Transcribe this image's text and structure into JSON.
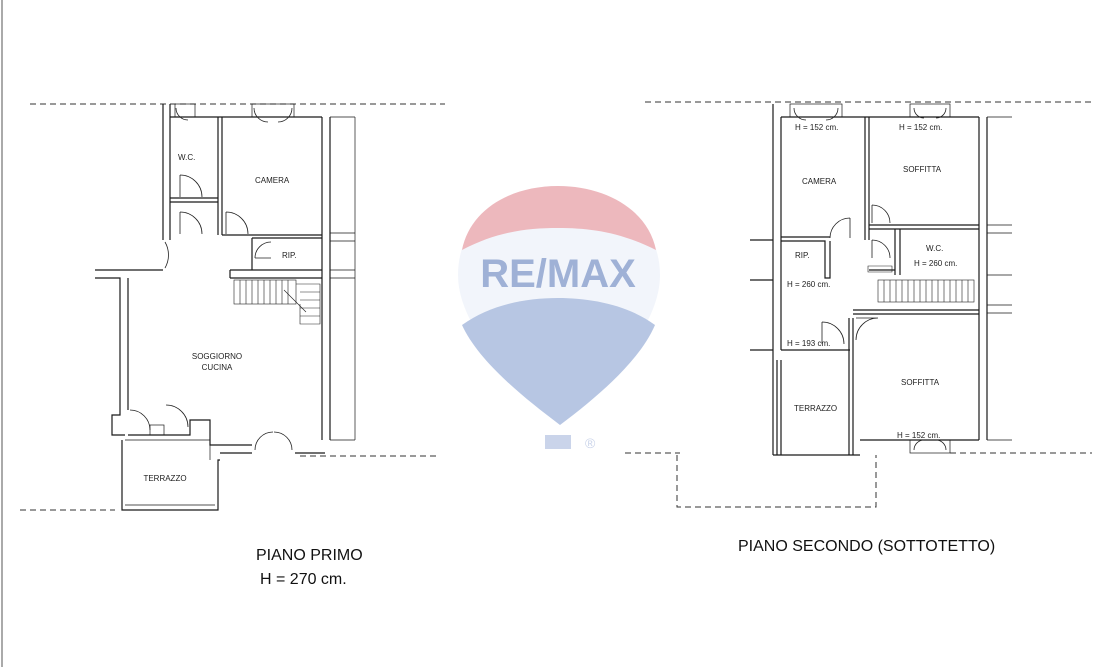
{
  "watermark": {
    "brand": "RE/MAX",
    "registered": "®",
    "colors": {
      "red": "#e8a1a8",
      "blue": "#9fb3da",
      "text": "#7f97c9"
    },
    "icon": "balloon-logo-icon"
  },
  "floor1": {
    "title": "PIANO PRIMO",
    "height": "H = 270 cm.",
    "rooms": {
      "wc": "W.C.",
      "camera": "CAMERA",
      "rip": "RIP.",
      "soggiorno_line1": "SOGGIORNO",
      "soggiorno_line2": "CUCINA",
      "terrazzo": "TERRAZZO"
    }
  },
  "floor2": {
    "title": "PIANO SECONDO (SOTTOTETTO)",
    "rooms": {
      "camera": "CAMERA",
      "soffitta_top": "SOFFITTA",
      "rip": "RIP.",
      "wc": "W.C.",
      "soffitta_bottom": "SOFFITTA",
      "terrazzo": "TERRAZZO"
    },
    "heights": {
      "camera": "H = 152 cm.",
      "soffitta_top": "H = 152 cm.",
      "wc": "H = 260 cm.",
      "hall": "H = 260 cm.",
      "landing": "H = 193 cm.",
      "soffitta_bottom": "H = 152 cm."
    }
  }
}
